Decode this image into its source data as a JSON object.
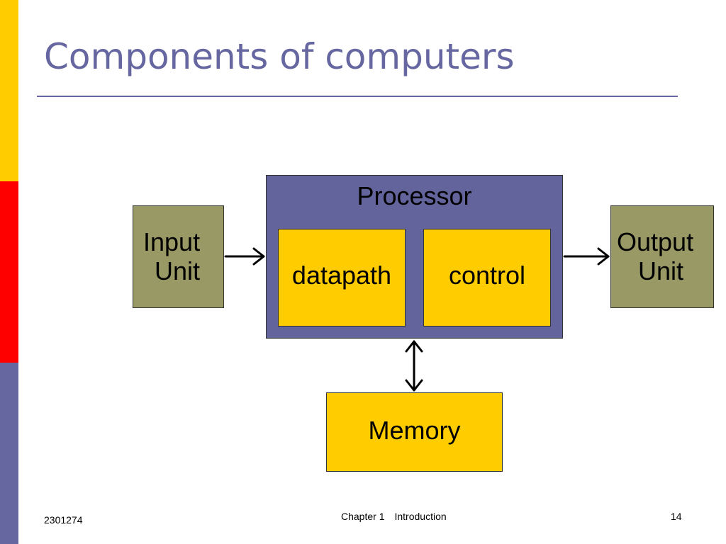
{
  "slide": {
    "title": "Components of computers",
    "colors": {
      "title_text": "#6667a0",
      "title_rule": "#6667a0",
      "side_bar_top": "#ffcc00",
      "side_bar_middle": "#ff0000",
      "side_bar_bottom": "#6667a0",
      "processor_fill": "#64649c",
      "unit_fill": "#999966",
      "yellow_fill": "#ffcc00"
    }
  },
  "diagram": {
    "input_unit": {
      "line1": "Input",
      "line2": "Unit"
    },
    "output_unit": {
      "line1": "Output",
      "line2": "Unit"
    },
    "processor": {
      "label": "Processor",
      "datapath": "datapath",
      "control": "control"
    },
    "memory": "Memory"
  },
  "footer": {
    "course_code": "2301274",
    "chapter": "Chapter 1",
    "section": "Introduction",
    "page_number": "14"
  }
}
